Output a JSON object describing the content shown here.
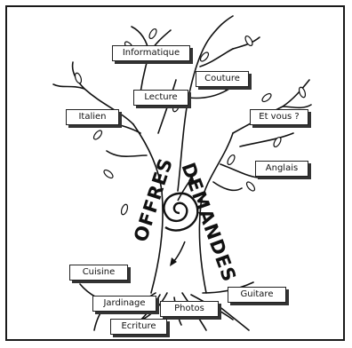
{
  "labels": {
    "informatique": "Informatique",
    "couture": "Couture",
    "lecture": "Lecture",
    "italien": "Italien",
    "et_vous": "Et vous ?",
    "anglais": "Anglais",
    "cuisine": "Cuisine",
    "jardinage": "Jardinage",
    "photos": "Photos",
    "guitare": "Guitare",
    "ecriture": "Ecriture"
  },
  "trunk": {
    "left": "OFFRES",
    "right": "DEMANDES"
  },
  "colors": {
    "ink": "#111111",
    "box_border": "#222222",
    "background": "#ffffff"
  }
}
